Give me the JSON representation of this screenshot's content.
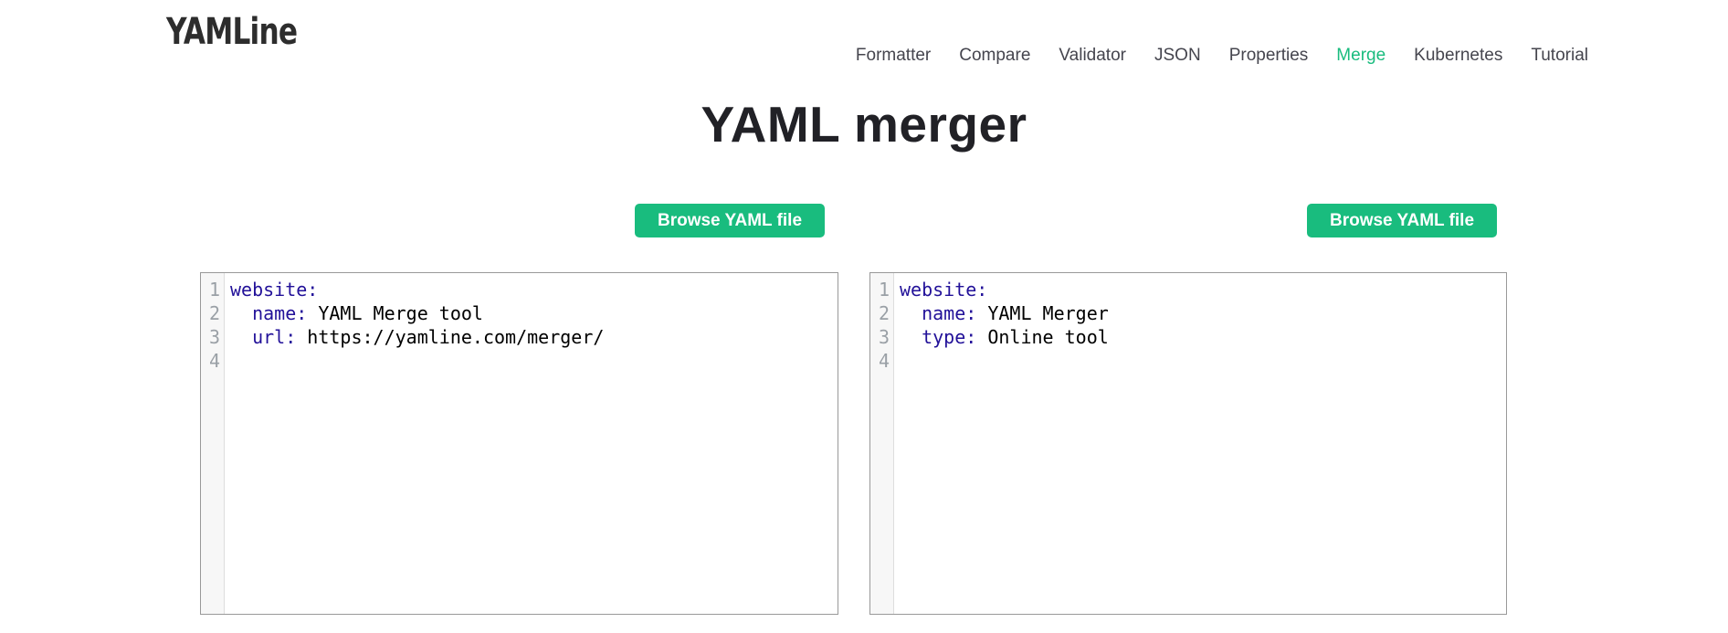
{
  "header": {
    "brand": "YAMLine",
    "nav_items": [
      {
        "label": "Formatter",
        "active": false
      },
      {
        "label": "Compare",
        "active": false
      },
      {
        "label": "Validator",
        "active": false
      },
      {
        "label": "JSON",
        "active": false
      },
      {
        "label": "Properties",
        "active": false
      },
      {
        "label": "Merge",
        "active": true
      },
      {
        "label": "Kubernetes",
        "active": false
      },
      {
        "label": "Tutorial",
        "active": false
      }
    ]
  },
  "page": {
    "title": "YAML merger"
  },
  "buttons": {
    "browse_left": "Browse YAML file",
    "browse_right": "Browse YAML file"
  },
  "colors": {
    "accent_green": "#19bc7e",
    "yaml_key": "#221199",
    "line_number_gray": "#9aa0a6"
  },
  "editors": [
    {
      "side": "left",
      "lines": [
        {
          "number": "1",
          "indent": "",
          "key": "website:",
          "value": ""
        },
        {
          "number": "2",
          "indent": "  ",
          "key": "name:",
          "value": " YAML Merge tool"
        },
        {
          "number": "3",
          "indent": "  ",
          "key": "url:",
          "value": " https://yamline.com/merger/"
        },
        {
          "number": "4",
          "indent": "",
          "key": "",
          "value": ""
        }
      ]
    },
    {
      "side": "right",
      "lines": [
        {
          "number": "1",
          "indent": "",
          "key": "website:",
          "value": ""
        },
        {
          "number": "2",
          "indent": "  ",
          "key": "name:",
          "value": " YAML Merger"
        },
        {
          "number": "3",
          "indent": "  ",
          "key": "type:",
          "value": " Online tool"
        },
        {
          "number": "4",
          "indent": "",
          "key": "",
          "value": ""
        }
      ]
    }
  ]
}
